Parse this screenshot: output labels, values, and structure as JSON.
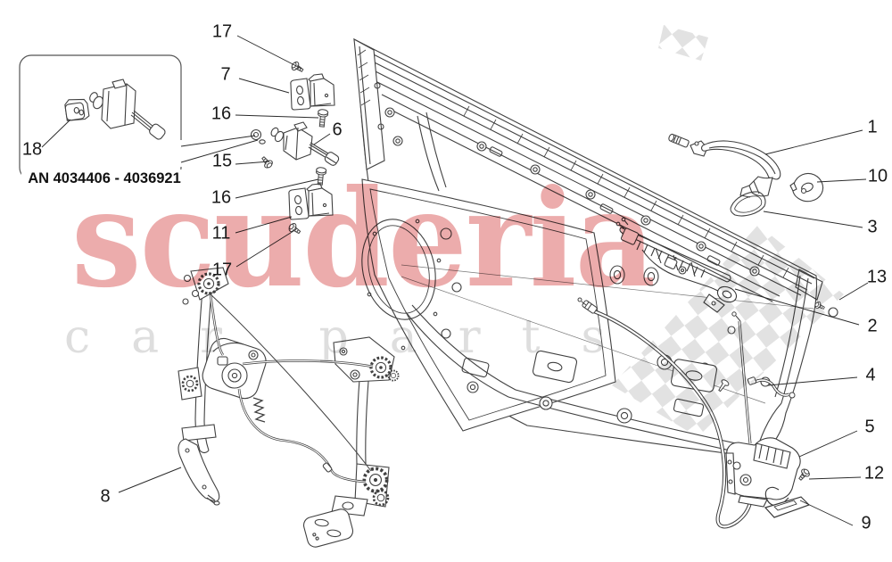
{
  "watermark": {
    "brand": "scuderia",
    "tagline": "car parts",
    "brand_color": "#ecacac",
    "tagline_color": "#dedede",
    "flag_color": "#e2e2e2"
  },
  "box": {
    "code": "AN 4034406 - 4036921"
  },
  "callouts": [
    "17",
    "7",
    "16",
    "6",
    "15",
    "16",
    "11",
    "17",
    "18",
    "8",
    "1",
    "10",
    "3",
    "13",
    "2",
    "4",
    "5",
    "12",
    "9"
  ],
  "line_color": "#414141"
}
